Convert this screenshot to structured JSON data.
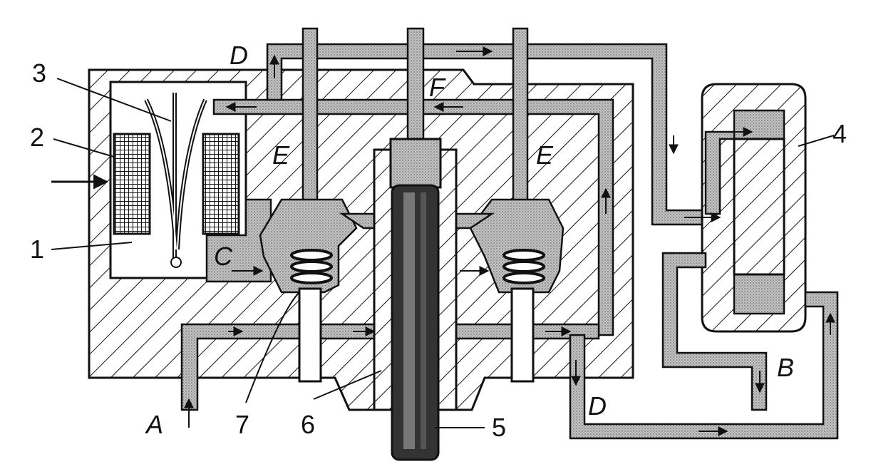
{
  "labels": {
    "n1": "1",
    "n2": "2",
    "n3": "3",
    "n4": "4",
    "n5": "5",
    "n6": "6",
    "n7": "7",
    "A": "A",
    "B": "B",
    "C": "C",
    "D_top": "D",
    "D_bottom": "D",
    "E_left": "E",
    "E_right": "E",
    "F": "F"
  },
  "colors": {
    "ink": "#111111",
    "channel": "#bdbdbd",
    "paper": "#ffffff"
  }
}
